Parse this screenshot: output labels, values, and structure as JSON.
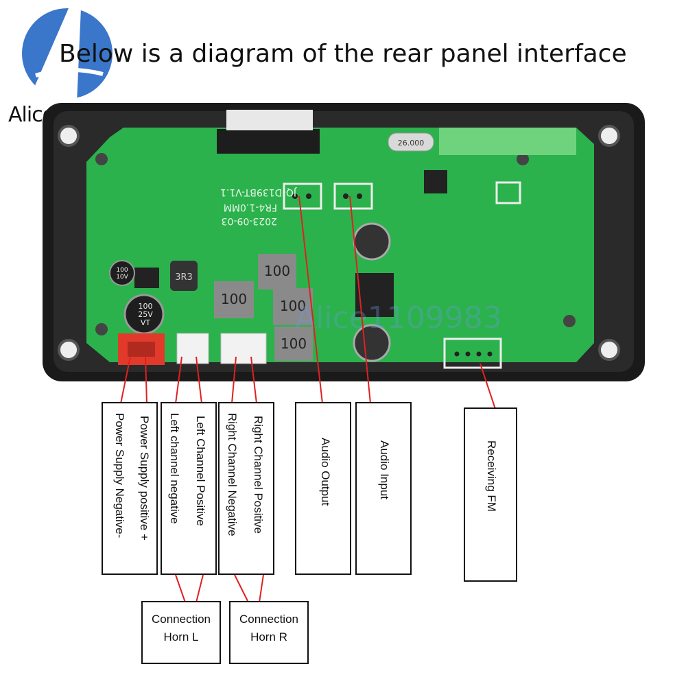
{
  "title": "Below is a diagram of the rear panel interface",
  "logo": {
    "text": "Alice1109983",
    "icon": "alice-a-logo-icon",
    "color": "#3a76c9"
  },
  "watermark": "Alice1109983",
  "board": {
    "color": "#2bb24c",
    "pcb_text": [
      "JQ-D139BT-V1.1",
      "FR4-1.0MM",
      "2023-09-03"
    ],
    "inductor_label": "100",
    "capacitor_labels": {
      "cap1": [
        "100",
        "25V",
        "VT"
      ],
      "cap2": [
        "100",
        "10V"
      ]
    },
    "crystal_label": "26.000",
    "small_inductor_label": "3R3"
  },
  "labels": {
    "power_positive": "Power Supply positive +",
    "power_negative": "Power Supply Negative-",
    "left_positive": "Left Channel Positive",
    "left_negative": "Left channel negative",
    "right_positive": "Right Channel Positive",
    "right_negative": "Right Channel Negative",
    "audio_output": "Audio Output",
    "audio_input": "Audio Input",
    "receiving_fm": "Receiving FM",
    "horn_l": [
      "Connection",
      "Horn L"
    ],
    "horn_r": [
      "Connection",
      "Horn R"
    ]
  },
  "colors": {
    "pointer": "#e02020",
    "connector_red": "#e23a2a",
    "enclosure": "#1a1a1a"
  }
}
